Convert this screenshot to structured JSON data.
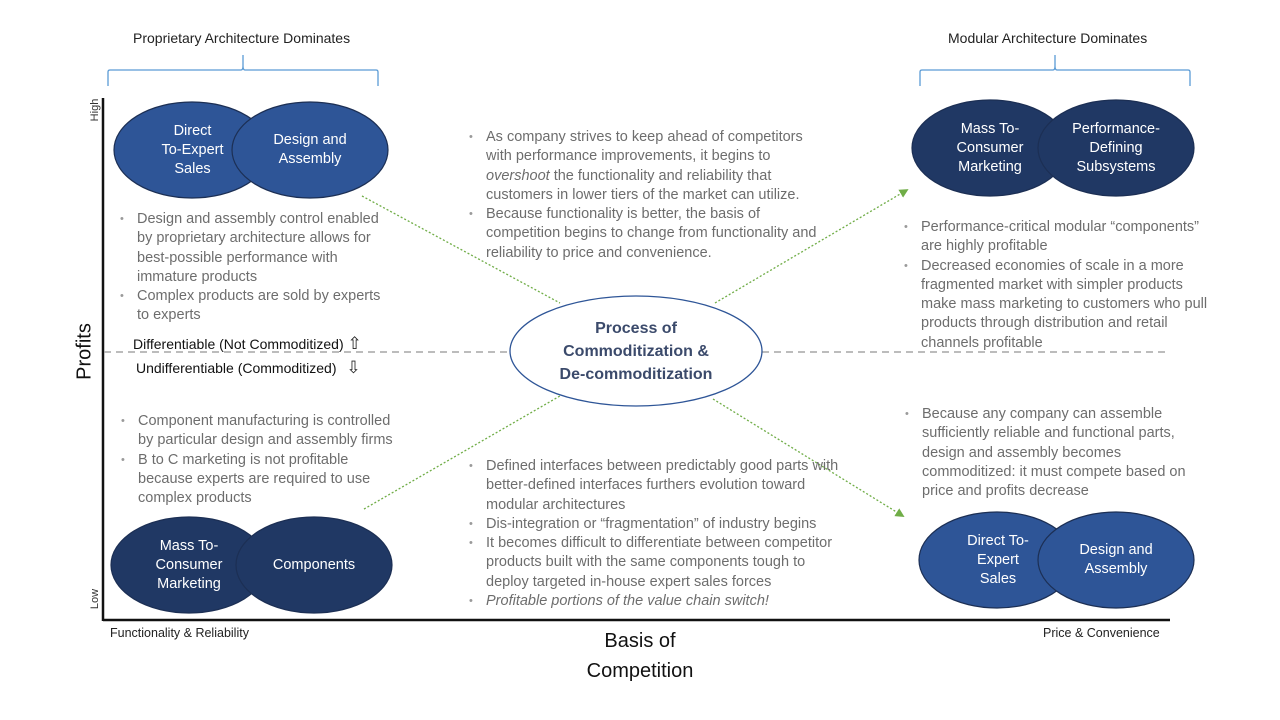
{
  "headers": {
    "left": "Proprietary Architecture Dominates",
    "right": "Modular Architecture Dominates"
  },
  "y_axis": {
    "title": "Profits",
    "high": "High",
    "low": "Low"
  },
  "x_axis": {
    "title_line1": "Basis of",
    "title_line2": "Competition",
    "left": "Functionality & Reliability",
    "right": "Price & Convenience"
  },
  "divider": {
    "above": "Differentiable (Not Commoditized)",
    "below": "Undifferentiable (Commoditized)"
  },
  "center": {
    "line1": "Process of",
    "line2": "Commoditization &",
    "line3": "De-commoditization"
  },
  "circles": {
    "top_left": {
      "left": [
        "Direct",
        "To-Expert",
        "Sales"
      ],
      "right": [
        "Design and",
        "Assembly"
      ]
    },
    "top_right": {
      "left": [
        "Mass To-",
        "Consumer",
        "Marketing"
      ],
      "right": [
        "Performance-",
        "Defining",
        "Subsystems"
      ]
    },
    "bottom_left": {
      "left": [
        "Mass To-",
        "Consumer",
        "Marketing"
      ],
      "right": [
        "Components"
      ]
    },
    "bottom_right": {
      "left": [
        "Direct To-",
        "Expert",
        "Sales"
      ],
      "right": [
        "Design and",
        "Assembly"
      ]
    }
  },
  "colors": {
    "light_blue": "#2e5597",
    "dark_navy": "#203864",
    "circle_border": "#1c2f54",
    "green_arrow": "#70ad47",
    "bracket_blue": "#5b9bd5"
  },
  "bullets": {
    "top_left": [
      "Design and assembly control enabled by proprietary architecture allows for best-possible performance with immature products",
      "Complex products are sold by experts to experts"
    ],
    "top_center": {
      "item1_before": "As company strives to keep ahead of competitors with performance improvements, it begins to ",
      "item1_em": "overshoot",
      "item1_after": " the functionality and reliability that customers in lower tiers of the market can utilize.",
      "item2": "Because functionality is better, the basis of competition begins to change from functionality and reliability to price and convenience."
    },
    "top_right": [
      "Performance-critical modular “components” are highly profitable",
      "Decreased economies of scale in a more fragmented market with simpler products make mass marketing to customers who pull products through distribution and retail channels profitable"
    ],
    "bottom_left": [
      "Component manufacturing is controlled by particular design and assembly firms",
      "B to C marketing is not profitable because experts are required to use complex products"
    ],
    "bottom_center": {
      "items": [
        "Defined interfaces between predictably good parts with better-defined interfaces furthers evolution toward modular architectures",
        "Dis-integration or “fragmentation” of industry begins",
        "It becomes difficult to differentiate between competitor products built with the same components tough to deploy targeted in-house expert sales forces"
      ],
      "italic": "Profitable portions of the value chain switch!"
    },
    "bottom_right": [
      "Because any company can assemble sufficiently reliable and functional parts, design and assembly becomes commoditized: it must compete based on price and profits decrease"
    ]
  }
}
